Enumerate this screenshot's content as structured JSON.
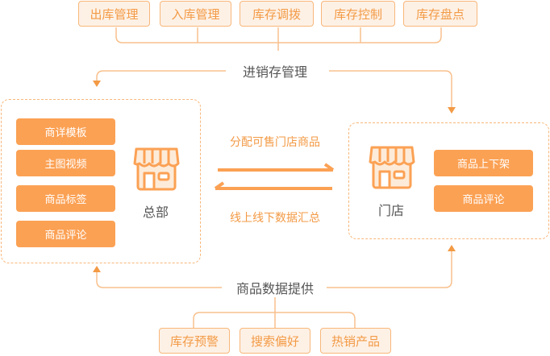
{
  "top_tags": [
    "出库管理",
    "入库管理",
    "库存调拨",
    "库存控制",
    "库存盘点"
  ],
  "top_title": "进销存管理",
  "hq": {
    "name": "总部",
    "items": [
      "商详模板",
      "主图视频",
      "商品标签",
      "商品评论"
    ]
  },
  "store": {
    "name": "门店",
    "items": [
      "商品上下架",
      "商品评论"
    ]
  },
  "flow_top": "分配可售门店商品",
  "flow_bottom": "线上线下数据汇总",
  "bottom_title": "商品数据提供",
  "bottom_tags": [
    "库存预警",
    "搜索偏好",
    "热销产品"
  ],
  "colors": {
    "accent": "#fba154",
    "line": "#f8c08d",
    "text": "#f39a45"
  }
}
